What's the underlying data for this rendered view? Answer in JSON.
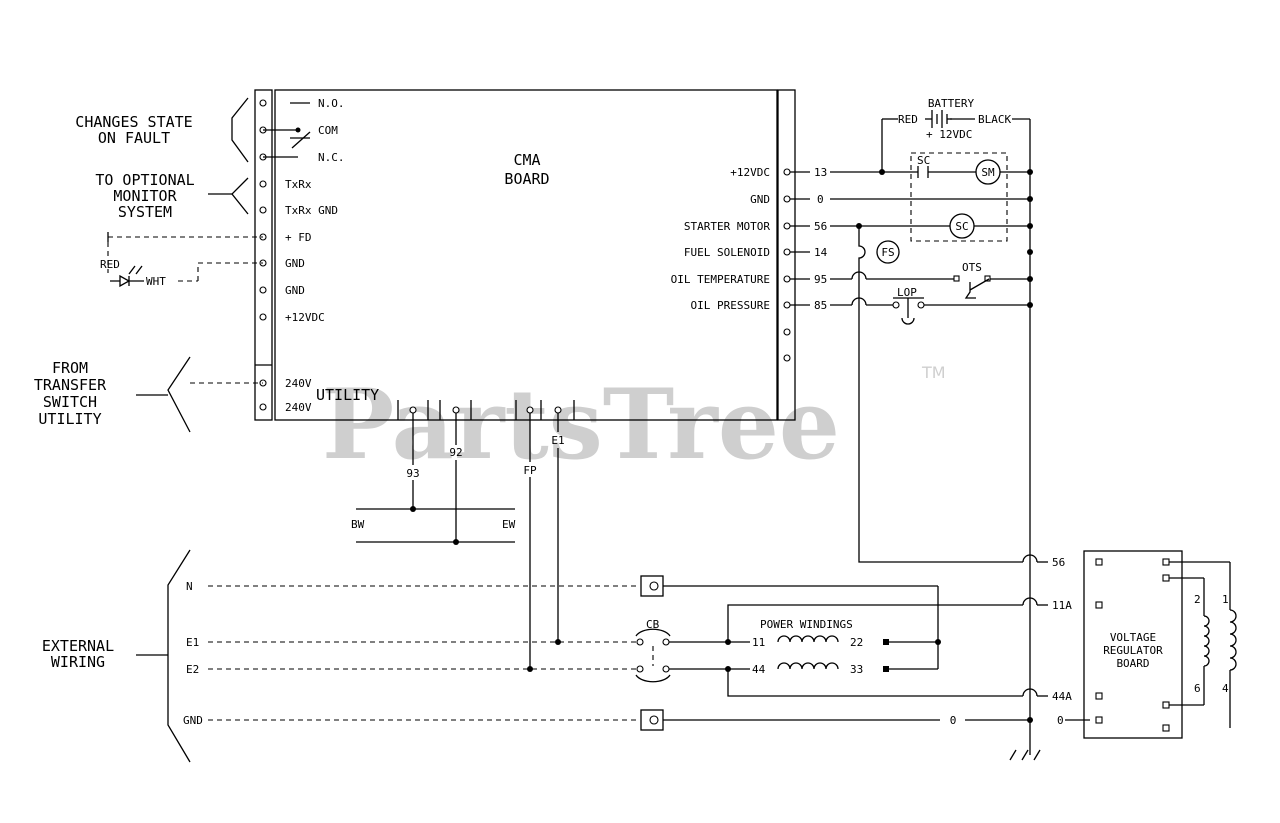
{
  "watermark": {
    "text": "PartsTree",
    "tm": "TM"
  },
  "left_notes": {
    "fault": [
      "CHANGES STATE",
      "ON FAULT"
    ],
    "monitor": [
      "TO OPTIONAL",
      "MONITOR",
      "SYSTEM"
    ],
    "transfer": [
      "FROM",
      "TRANSFER",
      "SWITCH",
      "UTILITY"
    ],
    "external": [
      "EXTERNAL",
      "WIRING"
    ]
  },
  "board": {
    "title": [
      "CMA",
      "BOARD"
    ],
    "utility": "UTILITY"
  },
  "left_terminals": [
    "N.O.",
    "COM",
    "N.C.",
    "TxRx",
    "TxRx GND",
    "+ FD",
    "GND",
    "GND",
    "+12VDC",
    "240V",
    "240V"
  ],
  "led": {
    "red": "RED",
    "wht": "WHT"
  },
  "right_terminals": [
    {
      "label": "+12VDC",
      "wire": "13"
    },
    {
      "label": "GND",
      "wire": "0"
    },
    {
      "label": "STARTER MOTOR",
      "wire": "56"
    },
    {
      "label": "FUEL SOLENOID",
      "wire": "14"
    },
    {
      "label": "OIL TEMPERATURE",
      "wire": "95"
    },
    {
      "label": "OIL PRESSURE",
      "wire": "85"
    }
  ],
  "battery": {
    "title": "BATTERY",
    "red": "RED",
    "black": "BLACK",
    "volts": "+ 12VDC"
  },
  "components": {
    "sc": "SC",
    "sm": "SM",
    "sc2": "SC",
    "fs": "FS",
    "ots": "OTS",
    "lop": "LOP"
  },
  "bottom_wires": {
    "w93": "93",
    "w92": "92",
    "fp": "FP",
    "e1": "E1",
    "bw": "BW",
    "ew": "EW"
  },
  "external_rows": [
    "N",
    "E1",
    "E2",
    "GND"
  ],
  "breaker": "CB",
  "power_windings": {
    "title": "POWER WINDINGS",
    "w11": "11",
    "w22": "22",
    "w44": "44",
    "w33": "33"
  },
  "gnd_wire": "0",
  "vr_wires": [
    "56",
    "11A",
    "44A",
    "0"
  ],
  "vr_board": [
    "VOLTAGE",
    "REGULATOR",
    "BOARD"
  ],
  "vr_coil": {
    "left_top": "2",
    "left_bottom": "6",
    "right_top": "1",
    "right_bottom": "4"
  }
}
